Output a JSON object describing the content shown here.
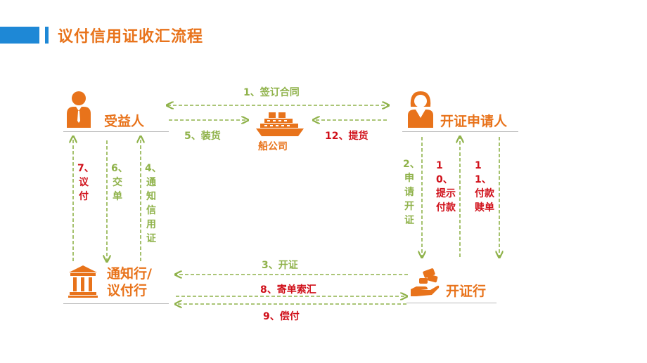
{
  "title": "议付信用证收汇流程",
  "colors": {
    "accent": "#e8731b",
    "blue": "#1e88d6",
    "green": "#8fb24a",
    "red": "#d0101a"
  },
  "nodes": {
    "beneficiary": "受益人",
    "applicant": "开证申请人",
    "shipping": "船公司",
    "advising_bank_line1": "通知行/",
    "advising_bank_line2": "议付行",
    "issuing_bank": "开证行"
  },
  "steps": {
    "s1": "1、签订合同",
    "s5": "5、装货",
    "s12": "12、提货",
    "s7": "7、议付",
    "s6": "6、交单",
    "s4": "4、通知信用证",
    "s2": "2、申请开证",
    "s10": "10、提示付款",
    "s11": "11、付款赎单",
    "s3": "3、开证",
    "s8": "8、寄单索汇",
    "s9": "9、偿付"
  },
  "icons": {
    "beneficiary": "businessman-icon",
    "applicant": "woman-icon",
    "shipping": "cruise-ship-icon",
    "advising_bank": "bank-building-icon",
    "issuing_bank": "money-hand-icon"
  }
}
